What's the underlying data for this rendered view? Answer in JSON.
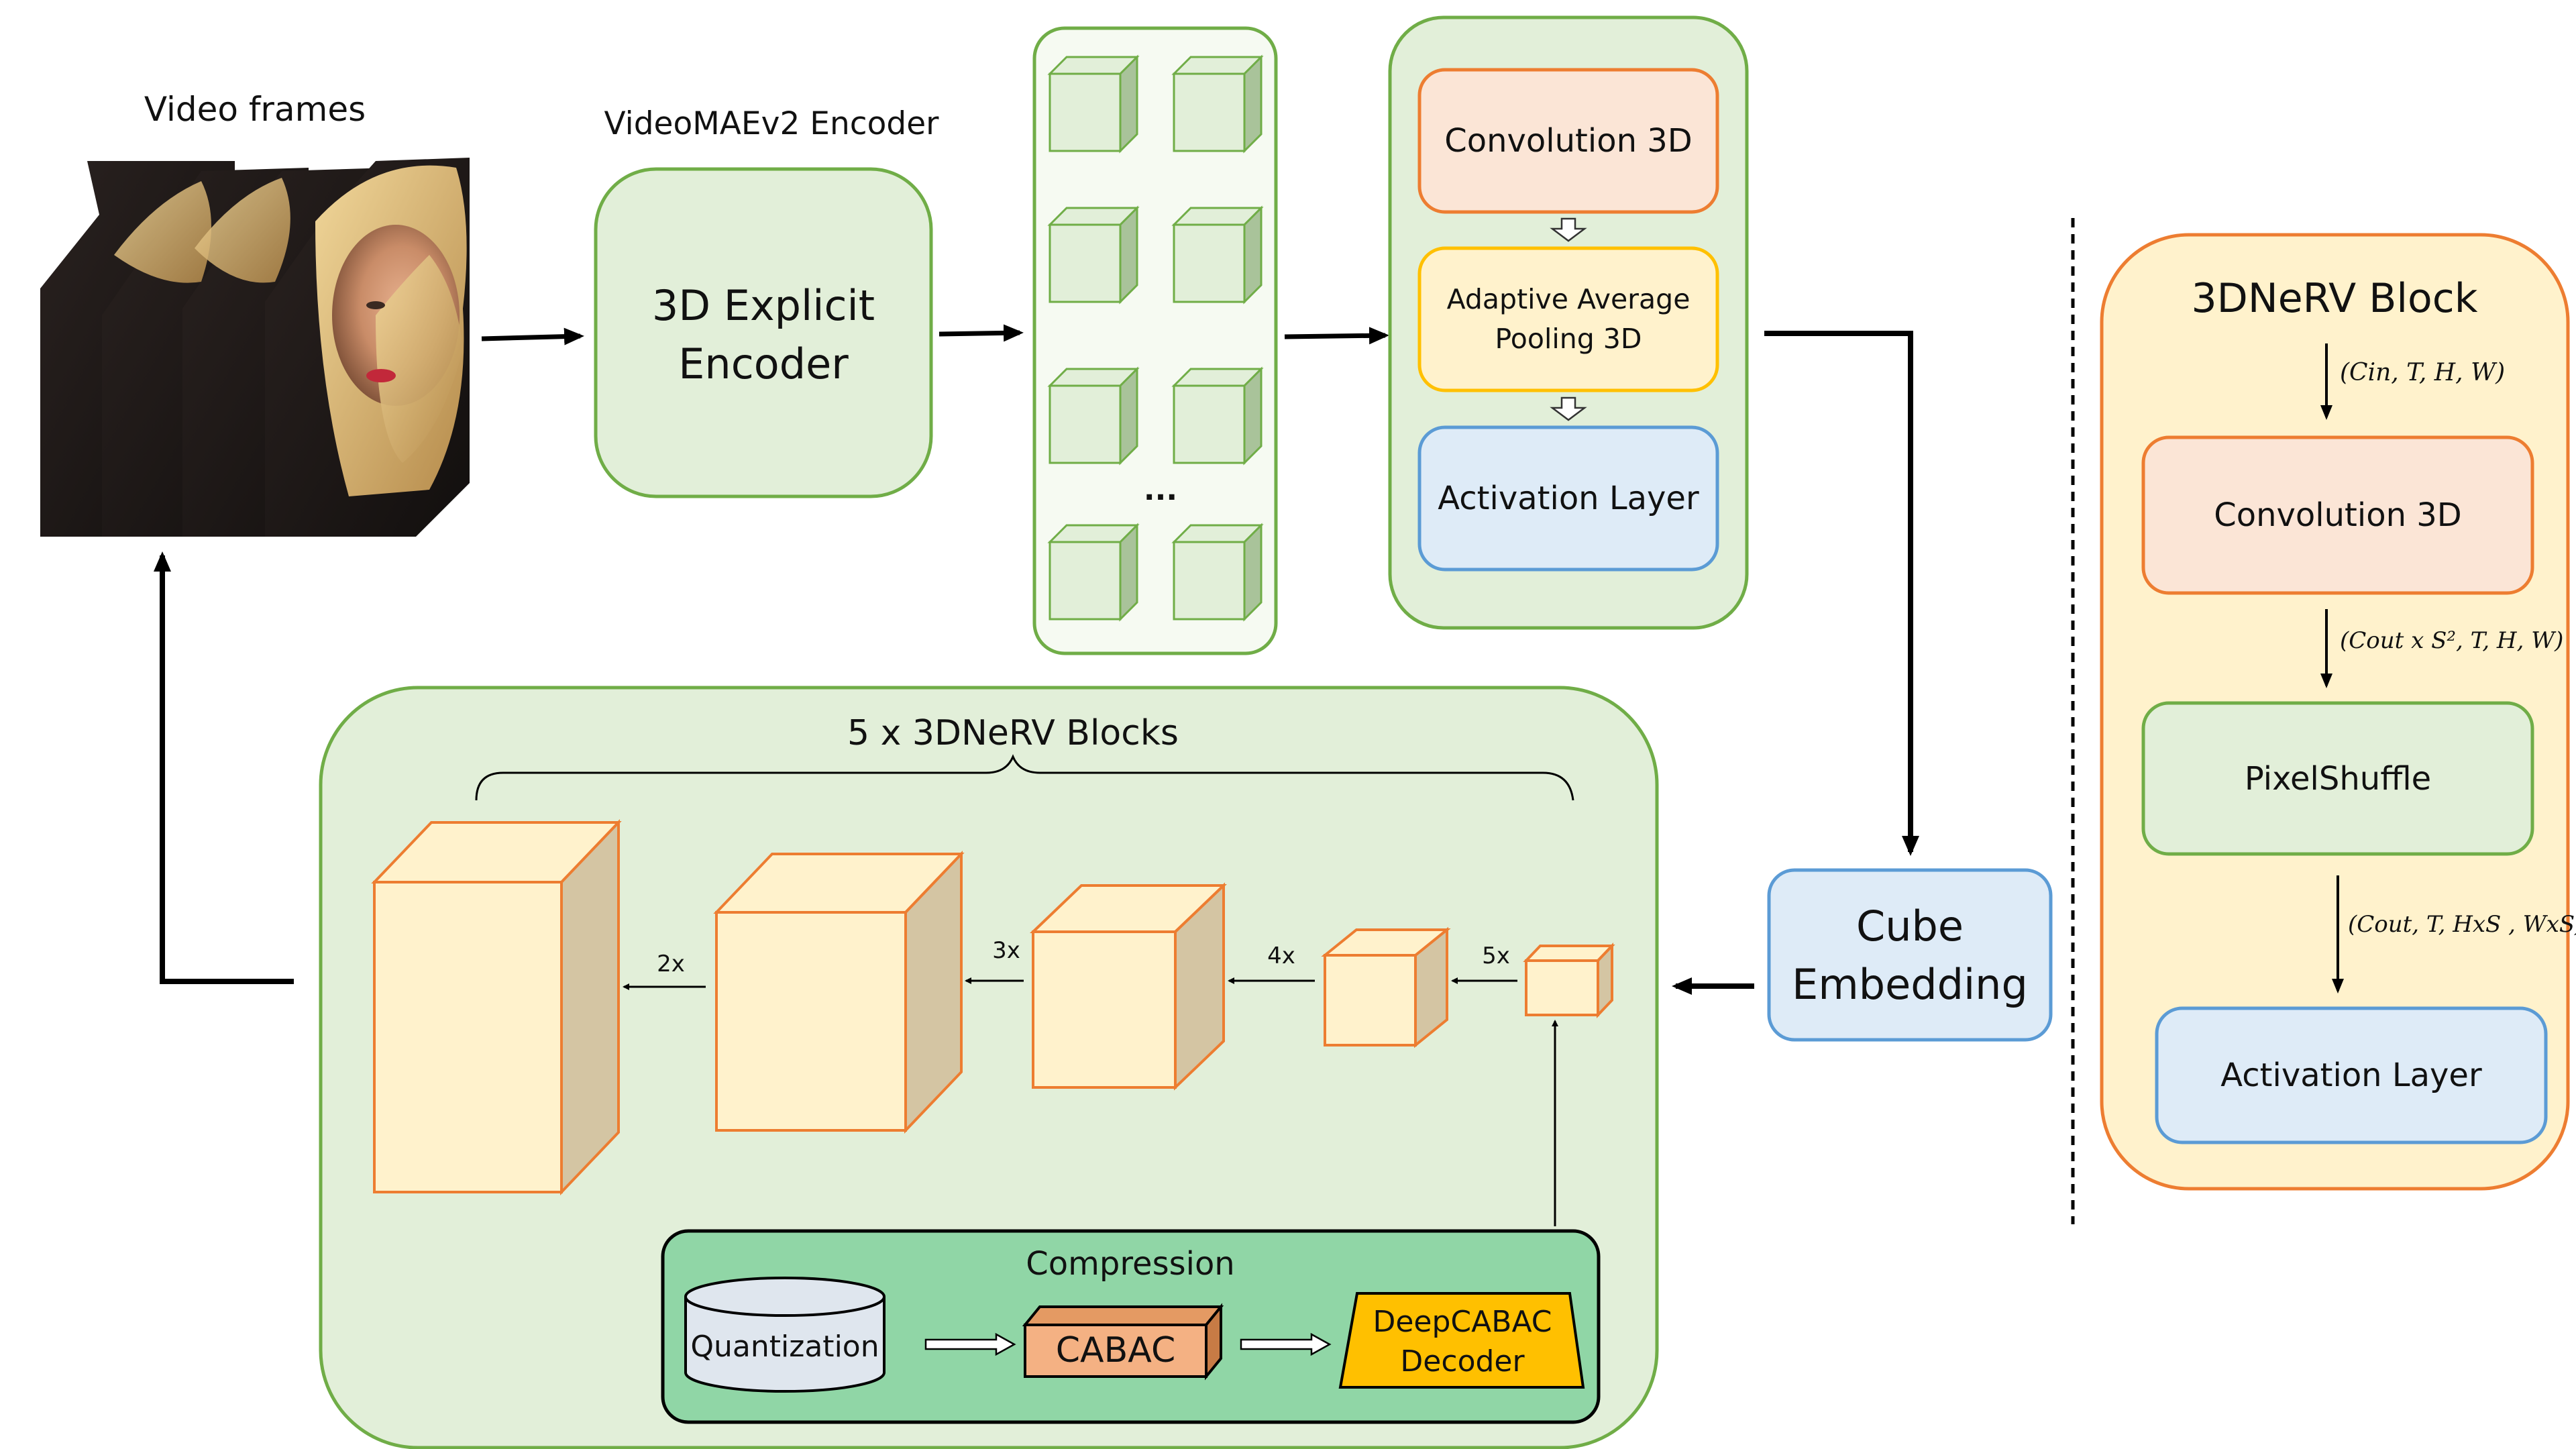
{
  "inputs": {
    "video_frames_label": "Video frames",
    "encoder_caption": "VideoMAEv2 Encoder",
    "encoder_block": "3D Explicit Encoder",
    "ellipsis": "..."
  },
  "head": {
    "conv": "Convolution 3D",
    "pool": "Adaptive Average Pooling 3D",
    "act": "Activation Layer"
  },
  "cube_embedding": "Cube Embedding",
  "decoder": {
    "title": "5 x 3DNeRV Blocks",
    "scales": [
      "2x",
      "3x",
      "4x",
      "5x"
    ]
  },
  "compression": {
    "title": "Compression",
    "quantization": "Quantization",
    "cabac": "CABAC",
    "deepcabac": "DeepCABAC Decoder"
  },
  "nerv_block": {
    "title": "3DNeRV Block",
    "dim1": "(Cin, T, H, W)",
    "conv": "Convolution 3D",
    "dim2": "(Cout x S², T, H, W)",
    "pixelshuffle": "PixelShuffle",
    "dim3": "(Cout, T, HxS , WxS)",
    "act": "Activation Layer"
  },
  "colors": {
    "green_fill": "#e2efd9",
    "green_stroke": "#70ad47",
    "orange_fill": "#fbe5d6",
    "orange_stroke": "#ed7d31",
    "yellow_fill": "#fff2cc",
    "yellow_stroke": "#ffc000",
    "blue_fill": "#deebf7",
    "blue_stroke": "#5b9bd5",
    "compression_fill": "#90d6a6",
    "cabac_fill": "#f4b183",
    "deepcabac_fill": "#ffc000"
  }
}
